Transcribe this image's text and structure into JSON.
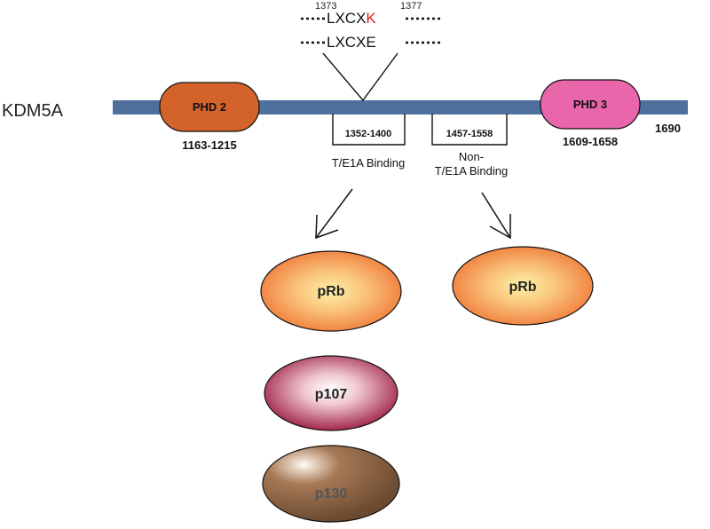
{
  "protein": {
    "name": "KDM5A",
    "end_residue": "1690",
    "bar_color": "#4f6f9c"
  },
  "domains": [
    {
      "label": "PHD 2",
      "range": "1163-1215",
      "color": "#d3632b"
    },
    {
      "label": "PHD 3",
      "range": "1609-1658",
      "color": "#e866a9"
    }
  ],
  "motif": {
    "start_residue": "1373",
    "end_residue": "1377",
    "wildtype_prefix": "LXCX",
    "wildtype_residue": "K",
    "mutant": "LXCXE",
    "highlight_color": "#e0201c"
  },
  "regions": [
    {
      "range": "1352-1400",
      "label": "T/E1A Binding"
    },
    {
      "range": "1457-1558",
      "label_line1": "Non-",
      "label_line2": "T/E1A Binding"
    }
  ],
  "binding_partners": [
    {
      "label": "pRb",
      "style": "orange"
    },
    {
      "label": "p107",
      "style": "rose"
    },
    {
      "label": "p130",
      "style": "brown"
    },
    {
      "label": "pRb",
      "style": "orange"
    }
  ]
}
